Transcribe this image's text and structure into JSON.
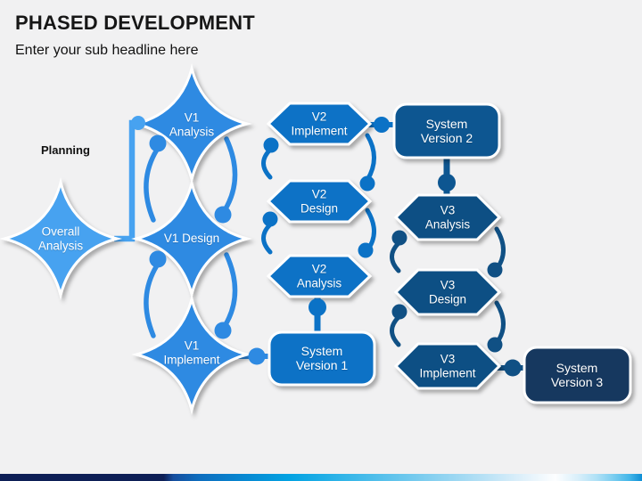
{
  "slide": {
    "title": "PHASED DEVELOPMENT",
    "subtitle": "Enter your sub headline here"
  },
  "labels": {
    "planning": "Planning"
  },
  "nodes": {
    "overall": {
      "line1": "Overall",
      "line2": "Analysis"
    },
    "v1_analysis": {
      "line1": "V1",
      "line2": "Analysis"
    },
    "v1_design": {
      "line1": "V1 Design"
    },
    "v1_implement": {
      "line1": "V1",
      "line2": "Implement"
    },
    "v2_implement": {
      "line1": "V2",
      "line2": "Implement"
    },
    "v2_design": {
      "line1": "V2",
      "line2": "Design"
    },
    "v2_analysis": {
      "line1": "V2",
      "line2": "Analysis"
    },
    "sys1": {
      "line1": "System",
      "line2": "Version 1"
    },
    "sys2": {
      "line1": "System",
      "line2": "Version 2"
    },
    "v3_analysis": {
      "line1": "V3",
      "line2": "Analysis"
    },
    "v3_design": {
      "line1": "V3",
      "line2": "Design"
    },
    "v3_implement": {
      "line1": "V3",
      "line2": "Implement"
    },
    "sys3": {
      "line1": "System",
      "line2": "Version 3"
    }
  },
  "colors": {
    "background": "#F1F1F2",
    "title_text": "#161616",
    "overall_light_blue": "#47A2F0",
    "v1_blue": "#2E8AE2",
    "v2_blue": "#0B72C6",
    "sys2_blue": "#0D5691",
    "v3_blue": "#105084",
    "sys3_navy": "#17395F",
    "bar_navy": "#0D1F56",
    "bar_cyan": "#02A2E2",
    "shape_text": "#FFFFFF"
  }
}
